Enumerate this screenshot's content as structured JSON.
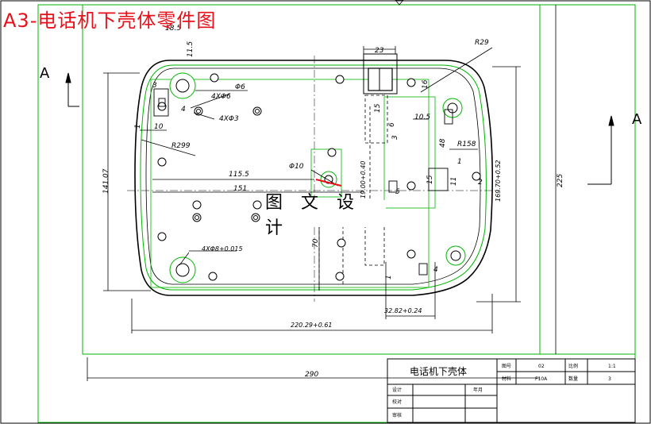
{
  "title": "A3-电话机下壳体零件图",
  "watermark": "图 文 设 计",
  "section_marks": {
    "left": "A",
    "right": "A"
  },
  "dimensions": {
    "d_11_5": "11.5",
    "d_top": "18.5",
    "d_23": "23",
    "d_R29": "R29",
    "d_16": "16",
    "d_phi6": "Φ6",
    "d_4xphi6": "4XΦ6",
    "d_4xphi3": "4XΦ3",
    "d_3": "3",
    "d_4": "4",
    "d_1": "1",
    "d_10": "10",
    "d_15": "15",
    "d_6": "6",
    "d_3b": "3",
    "d_10_5": "10.5",
    "d_48": "48",
    "d_R158": "R158",
    "d_R299": "R299",
    "d_phi10": "Φ10",
    "d_115_5": "115.5",
    "d_151": "151",
    "d_141_07": "141.07",
    "d_19": "19.00+0.40",
    "d_5": "5",
    "d_15b": "15",
    "d_11": "11",
    "d_1b": "1",
    "d_2": "2",
    "d_169": "169.70+0.52",
    "d_225": "225",
    "d_4xphi8": "4XΦ8+0.015",
    "d_70": "70",
    "d_1c": "1",
    "d_4b": "4",
    "d_32_82": "32.82+0.24",
    "d_220": "220.29+0.61",
    "d_290": "290"
  },
  "title_block": {
    "part_name": "电话机下壳体",
    "scale_label": "比例",
    "scale_value": "1:1",
    "code": "02",
    "material_label": "材料",
    "material": "F10A",
    "qty_label": "数量",
    "qty": "3",
    "sheet_label": "图号",
    "design": "设计",
    "check": "校对",
    "review": "审核",
    "date": "年月"
  },
  "colors": {
    "title": "#e8101a",
    "frame": "#00b400",
    "line": "#000000"
  }
}
